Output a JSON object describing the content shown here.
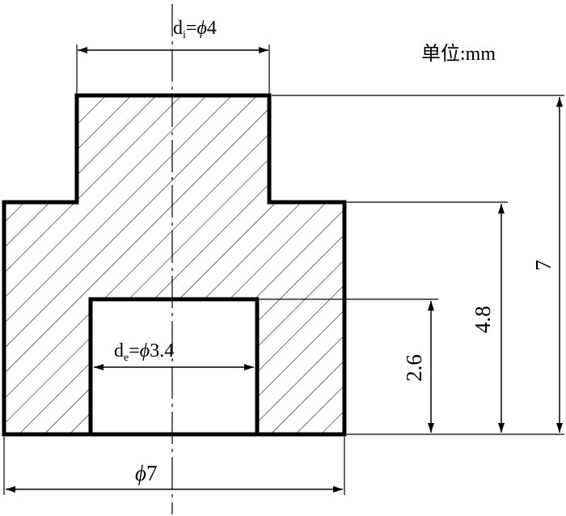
{
  "unit_label": "单位:mm",
  "dimensions": {
    "inner_top_diameter": {
      "symbol": "d",
      "subscript": "i",
      "eq": "=",
      "phi": "ϕ",
      "value": "4"
    },
    "cavity_diameter": {
      "symbol": "d",
      "subscript": "e",
      "eq": "=",
      "phi": "ϕ",
      "value": "3.4"
    },
    "outer_diameter": {
      "phi": "ϕ",
      "value": "7"
    },
    "height_cavity": "2.6",
    "height_body": "4.8",
    "height_total": "7"
  },
  "colors": {
    "line": "#000000",
    "background": "#ffffff"
  }
}
